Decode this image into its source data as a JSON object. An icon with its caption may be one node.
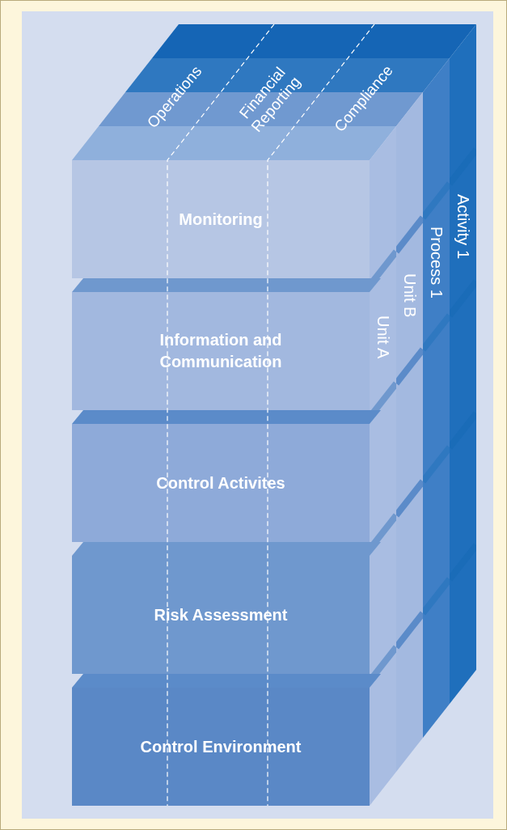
{
  "diagram": {
    "nodes": [
      {
        "text": [
          "Monitoring"
        ]
      },
      {
        "text": [
          "Information and Communication"
        ]
      },
      {
        "text": [
          "Control Activites"
        ]
      },
      {
        "text": [
          "Risk Assessment"
        ]
      },
      {
        "text": [
          "Control Environment"
        ]
      },
      {
        "text": [
          "Unit A"
        ]
      },
      {
        "text": [
          "Unit B"
        ]
      },
      {
        "text": [
          "Process 1"
        ]
      },
      {
        "text": [
          "Activity 1"
        ]
      }
    ],
    "labels": [
      "Operations",
      "Financial Reporting",
      "Compliance"
    ]
  }
}
